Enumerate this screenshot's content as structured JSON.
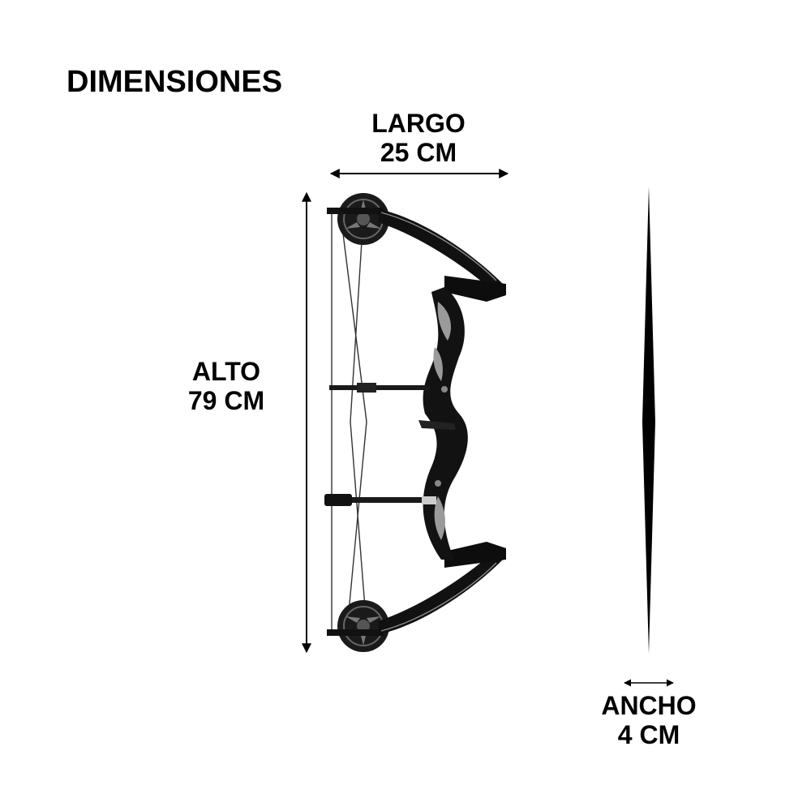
{
  "title": "DIMENSIONES",
  "dimensions": {
    "largo": {
      "label": "LARGO",
      "value": "25 CM"
    },
    "alto": {
      "label": "ALTO",
      "value": "79 CM"
    },
    "ancho": {
      "label": "ANCHO",
      "value": "4 CM"
    }
  },
  "colors": {
    "ink": "#000000",
    "bow_body": "#111111",
    "bow_highlight": "#8a8a8a",
    "background": "#ffffff"
  }
}
